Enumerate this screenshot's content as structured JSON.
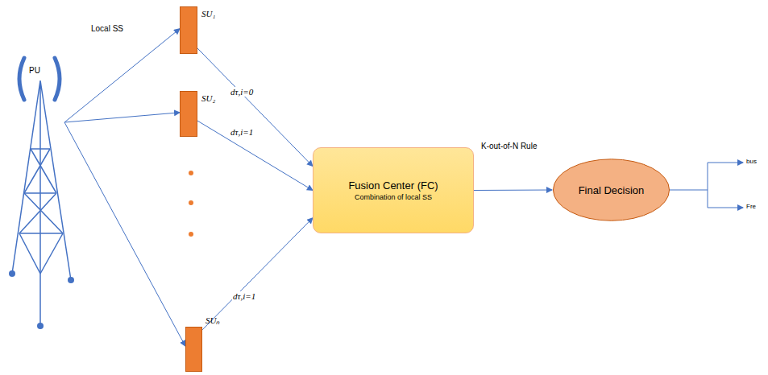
{
  "diagram": {
    "nodes": [
      {
        "text": [
          "PU"
        ]
      },
      {
        "text": [
          "SU₁"
        ]
      },
      {
        "text": [
          "SU₂"
        ]
      },
      {
        "text": [
          "SUₙ"
        ]
      },
      {
        "text": [
          "Fusion Center (FC)",
          "Combination of local SS"
        ]
      },
      {
        "text": [
          "Final Decision"
        ]
      }
    ],
    "edges": [
      {
        "from": 0,
        "to": 1,
        "label": "Local SS",
        "arrow": "to"
      },
      {
        "from": 0,
        "to": 2,
        "arrow": "to"
      },
      {
        "from": 0,
        "to": 3,
        "arrow": "to"
      },
      {
        "from": 1,
        "to": 4,
        "label": "dτ,i=0",
        "arrow": "to"
      },
      {
        "from": 2,
        "to": 4,
        "label": "dτ,i=1",
        "arrow": "to"
      },
      {
        "from": 3,
        "to": 4,
        "label": "dτ,i=1",
        "arrow": "to"
      },
      {
        "from": 4,
        "to": 5,
        "label": "K-out-of-N Rule",
        "arrow": "to"
      }
    ],
    "labels": [
      "bus",
      "Fre"
    ]
  }
}
